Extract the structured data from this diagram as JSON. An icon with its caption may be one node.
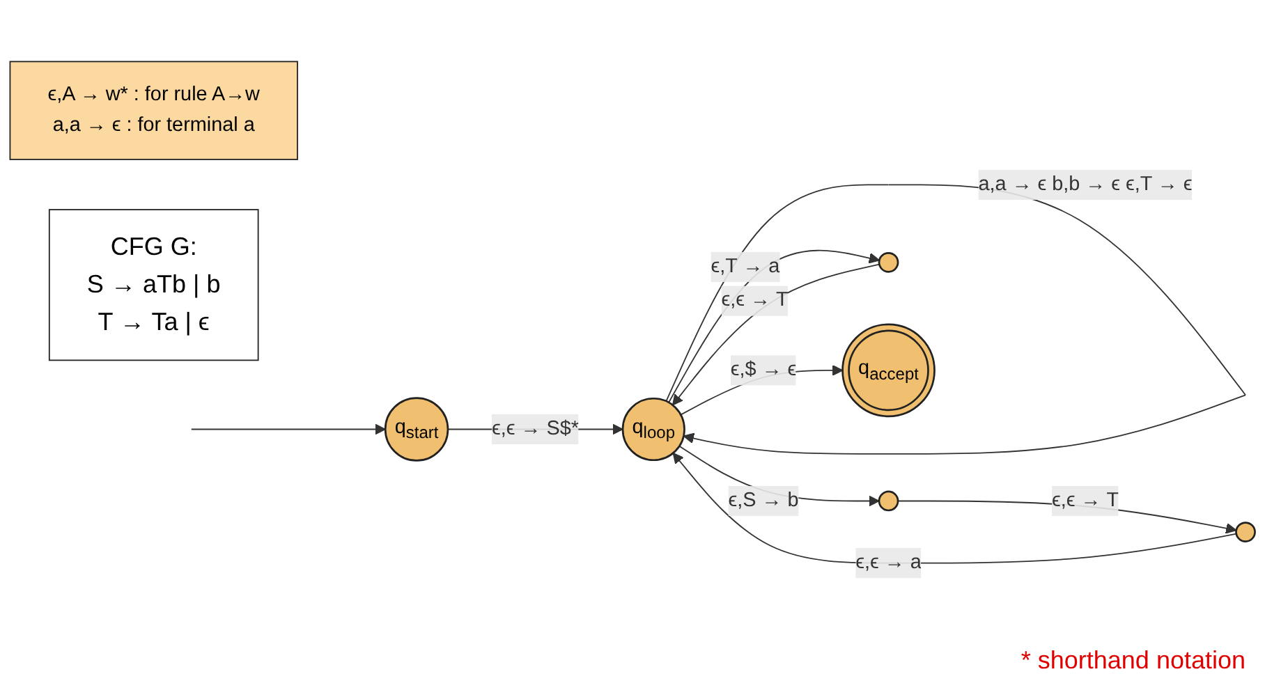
{
  "diagram": {
    "nodes": [
      {
        "text": [
          "ϵ,A → w* : for rule A→w",
          "a,a → ϵ : for terminal a"
        ]
      },
      {
        "text": [
          "CFG G:",
          "S → aTb | b",
          "T → Ta | ϵ"
        ]
      },
      {
        "text": [
          "q$_{start}$"
        ]
      },
      {
        "text": [
          "q$_{loop}$"
        ]
      },
      {
        "text": [],
        "shape": "circle"
      },
      {
        "text": [],
        "shape": "circle"
      },
      {
        "text": [],
        "shape": "circle"
      },
      {
        "text": [
          "q$_{accept}$"
        ]
      }
    ],
    "edges": [
      {
        "from": null,
        "to": 2,
        "arrow": "to"
      },
      {
        "from": 2,
        "to": 3,
        "arrow": "to",
        "label": "ϵ,ϵ → S$*"
      },
      {
        "from": 3,
        "to": 3,
        "arrow": "to",
        "label": "a,a → ϵ b,b → ϵ ϵ,T → ϵ"
      },
      {
        "from": 3,
        "to": 4,
        "arrow": "to",
        "label": "ϵ,S → b"
      },
      {
        "from": 4,
        "to": 5,
        "arrow": "to",
        "label": "ϵ,ϵ → T"
      },
      {
        "from": 3,
        "to": 6,
        "arrow": "to",
        "label": "ϵ,T → a"
      },
      {
        "from": 6,
        "to": 3,
        "arrow": "to",
        "label": "ϵ,ϵ → T"
      },
      {
        "from": 5,
        "to": 3,
        "arrow": "to",
        "label": "ϵ,ϵ → a"
      },
      {
        "from": 3,
        "to": 7,
        "arrow": "to",
        "label": "ϵ,$ → ϵ"
      }
    ],
    "labels": [
      "* shorthand notation"
    ]
  }
}
